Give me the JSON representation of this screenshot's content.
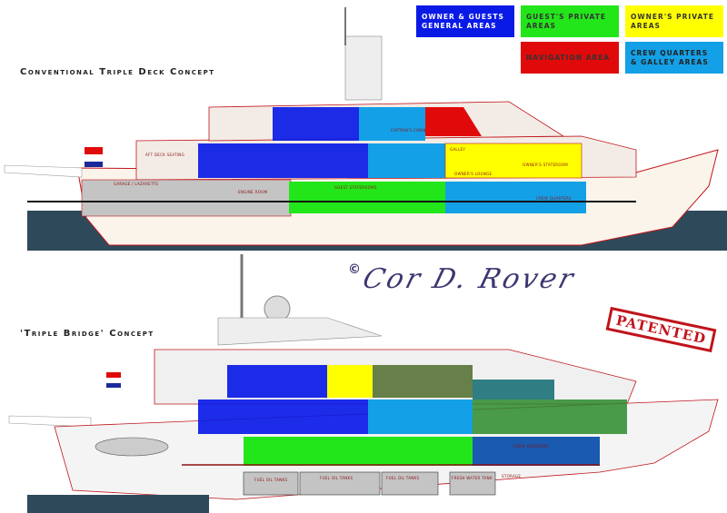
{
  "legend": [
    {
      "label": "Owner & Guests General Areas",
      "color": "#0a1ae6",
      "text_color": "#ffffff"
    },
    {
      "label": "Guest's Private Areas",
      "color": "#22e61a",
      "text_color": "#333333"
    },
    {
      "label": "Owner's Private Areas",
      "color": "#ffff00",
      "text_color": "#333333"
    },
    {
      "label": "Navigation Area",
      "color": "#e00a0a",
      "text_color": "#333333"
    },
    {
      "label": "Crew Quarters & Galley Areas",
      "color": "#14a0e6",
      "text_color": "#222222"
    }
  ],
  "top_concept": {
    "title": "Conventional Triple Deck Concept",
    "labels": [
      "Aft Deck Seating",
      "Garage / Lazarette",
      "Engine Room",
      "Guest Staterooms",
      "Captain's Cabin",
      "Galley",
      "Owner's Lounge",
      "Owner's Stateroom",
      "Crew Quarters"
    ]
  },
  "bottom_concept": {
    "title": "'Triple Bridge' Concept",
    "labels": [
      "Fuel Oil Tanks",
      "Fuel Oil Tanks",
      "Fuel Oil Tanks",
      "Fresh Water Tank",
      "Storage",
      "Crew Quarters"
    ]
  },
  "signature": {
    "copyright": "©",
    "name": "Cor D. Rover"
  },
  "stamp": "PATENTED",
  "colors": {
    "water": "#2e4a5a",
    "hull": "#fbf4ea",
    "outline": "#c0141c",
    "grey": "#b8b8b8"
  }
}
